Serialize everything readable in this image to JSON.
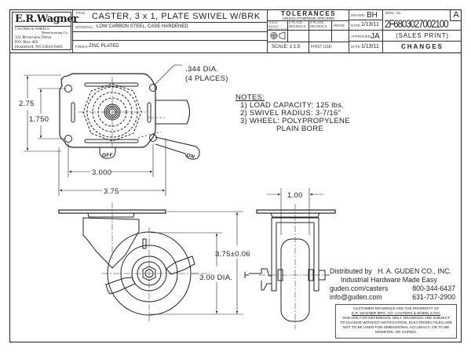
{
  "title_block": {
    "company": {
      "name": "E.R.Wagner",
      "tagline_left": "CASTERS & WHEELS",
      "tagline_right": "Manufacturing Co.",
      "address": [
        "331 Riverview Drive",
        "P.O. Box 405",
        "Hustisford, WI 53034-0405"
      ]
    },
    "title_label": "TITLE:",
    "title": "CASTER, 3 x 1, PLATE SWIVEL W/BRK",
    "material_label": "MATERIAL:",
    "material": "LOW CARBON STEEL, CASE HARDENED",
    "finish_label": "FINISH:",
    "finish": "ZINC PLATED",
    "tolerances": {
      "heading": "TOLERANCES",
      "subheading": "UNLESS OTHERWISE SPECIFIED",
      "projection_label": "THIRD ANGLE PROJECTION",
      "two_place": "2 PLACE DECIMALS",
      "three_place": "3 PLACE DECIMALS",
      "angle": "ANGLE",
      "scale": "SCALE: 1:1.5",
      "first_use": "FIRST USE:"
    },
    "drawn_label": "DRAWN:",
    "drawn": "BH",
    "date_label": "DATE:",
    "drawn_date": "1/13/11",
    "approved_label": "APPROVED:",
    "approved": "JA",
    "approved_date": "1/13/11",
    "dwg_label": "DWG. No.",
    "dwg_no": "2F6803027002100",
    "revision": "A",
    "sales_print": "(SALES PRINT)",
    "changes": "CHANGES"
  },
  "dimensions": {
    "hole_dia": ".344 DIA.",
    "hole_places": "(4 PLACES)",
    "plate_height": "2.75",
    "bolt_vertical": "1.750",
    "bolt_horizontal": "3.000",
    "plate_width": "3.75",
    "overall_height": "3.75±0.06",
    "wheel_dia": "3.00 DIA.",
    "wheel_width": "1.00",
    "brake_off": "OFF",
    "brake_on": "ON"
  },
  "notes": {
    "heading": "NOTES:",
    "items": [
      "1) LOAD CAPACITY: 125 lbs.",
      "2) SWIVEL RADIUS: 3-7/16\"",
      "3) WHEEL: POLYPROPYLENE",
      "PLAIN BORE"
    ]
  },
  "distributor": {
    "line1": "Distributed by   H. A. GUDEN CO., INC.",
    "line2": "Industrial Hardware Made Easy",
    "web": "guden.com/casters",
    "phone1": "800-344-6437",
    "email": "info@guden.com",
    "phone2": "631-737-2900"
  },
  "disclaimer": {
    "line1": "CUSTOMER DRAWINGS ARE THE PROPERTY OF",
    "line2": "E.R. WAGNER MFG. CO. CASTERS & WHEELS DIV.",
    "line3": "AND ARE FOR REFERENCE ONLY. DRAWINGS ARE SUBJECT",
    "line4": "TO CHANGE WITHOUT NOTIFICATION. ELECTRONIC FILES ARE",
    "line5": "NOT TO BE USED FOR DIMENSIONAL ACCURACY, OR TO BE",
    "line6": "MODIFIED, OR COPIED."
  }
}
